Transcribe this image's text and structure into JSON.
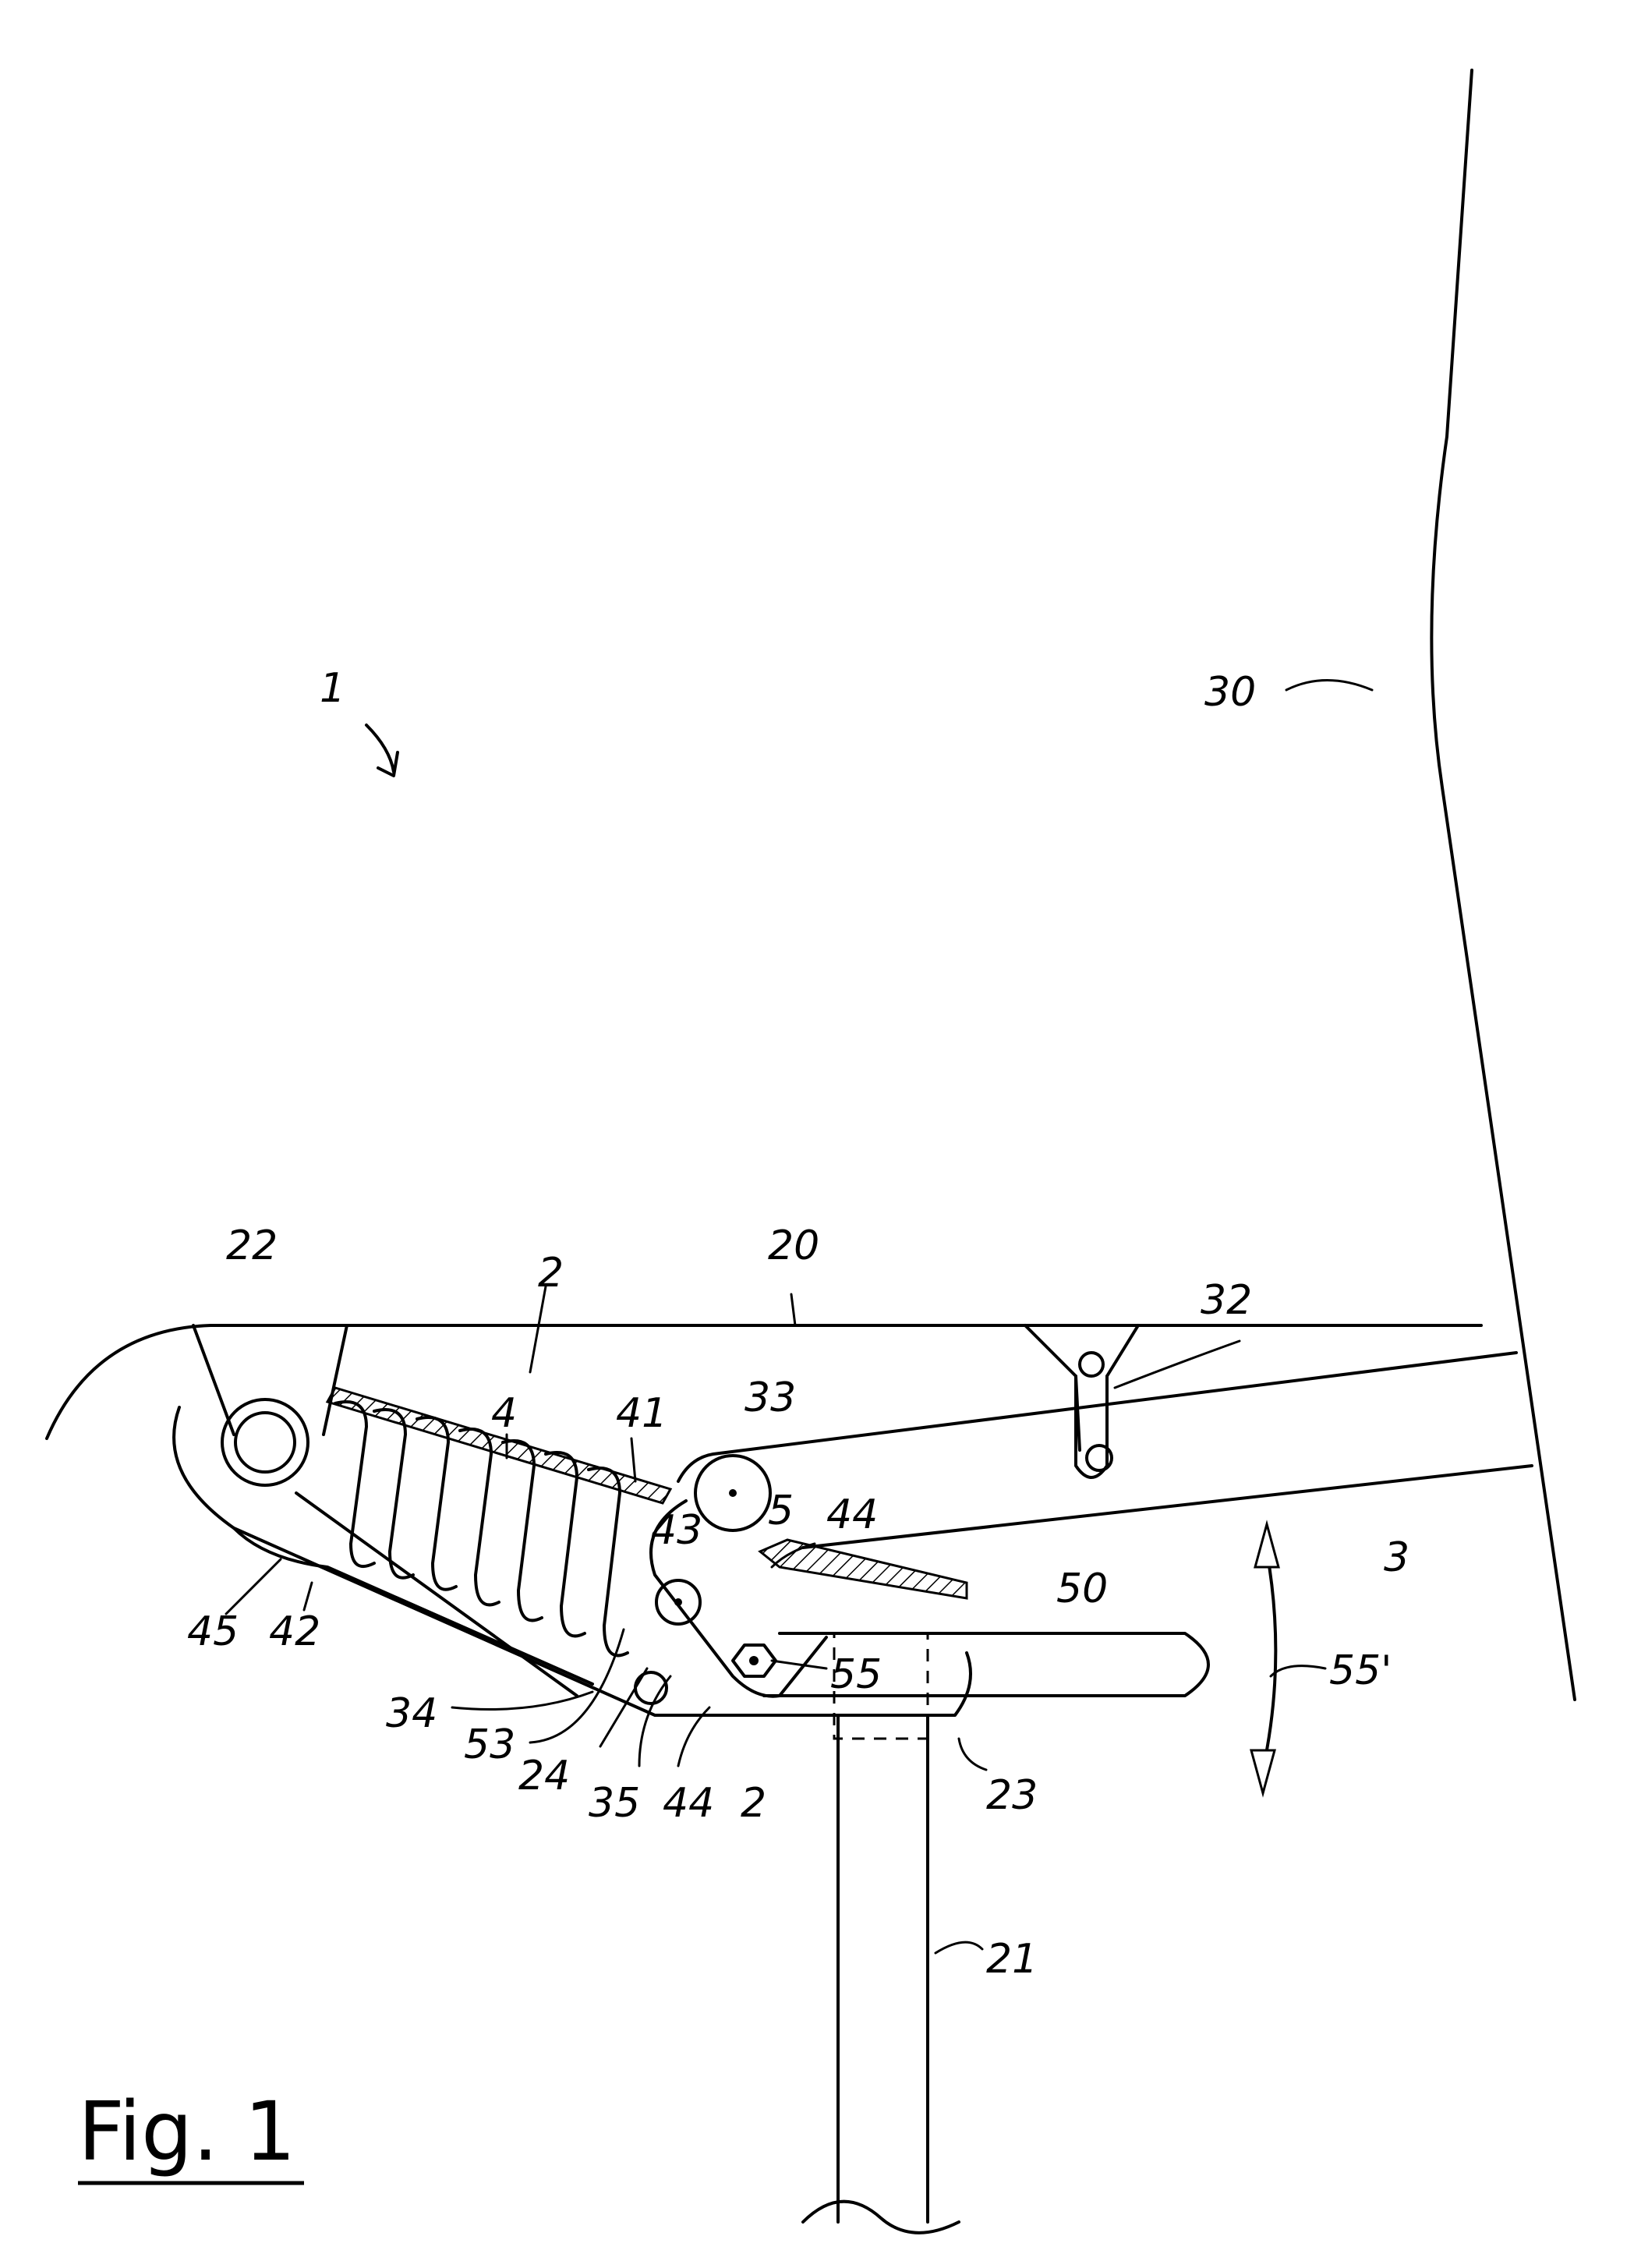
{
  "figure": {
    "caption": "Fig. 1",
    "labels": {
      "l1": "1",
      "l30": "30",
      "l22": "22",
      "l2_top": "2",
      "l20": "20",
      "l32": "32",
      "l4": "4",
      "l41": "41",
      "l33": "33",
      "l5": "5",
      "l44_top": "44",
      "l43": "43",
      "l3": "3",
      "l50": "50",
      "l55": "55",
      "l55p": "55'",
      "l45": "45",
      "l42": "42",
      "l34": "34",
      "l53": "53",
      "l24": "24",
      "l35": "35",
      "l44_bot": "44",
      "l2_bot": "2",
      "l23": "23",
      "l21": "21"
    }
  }
}
